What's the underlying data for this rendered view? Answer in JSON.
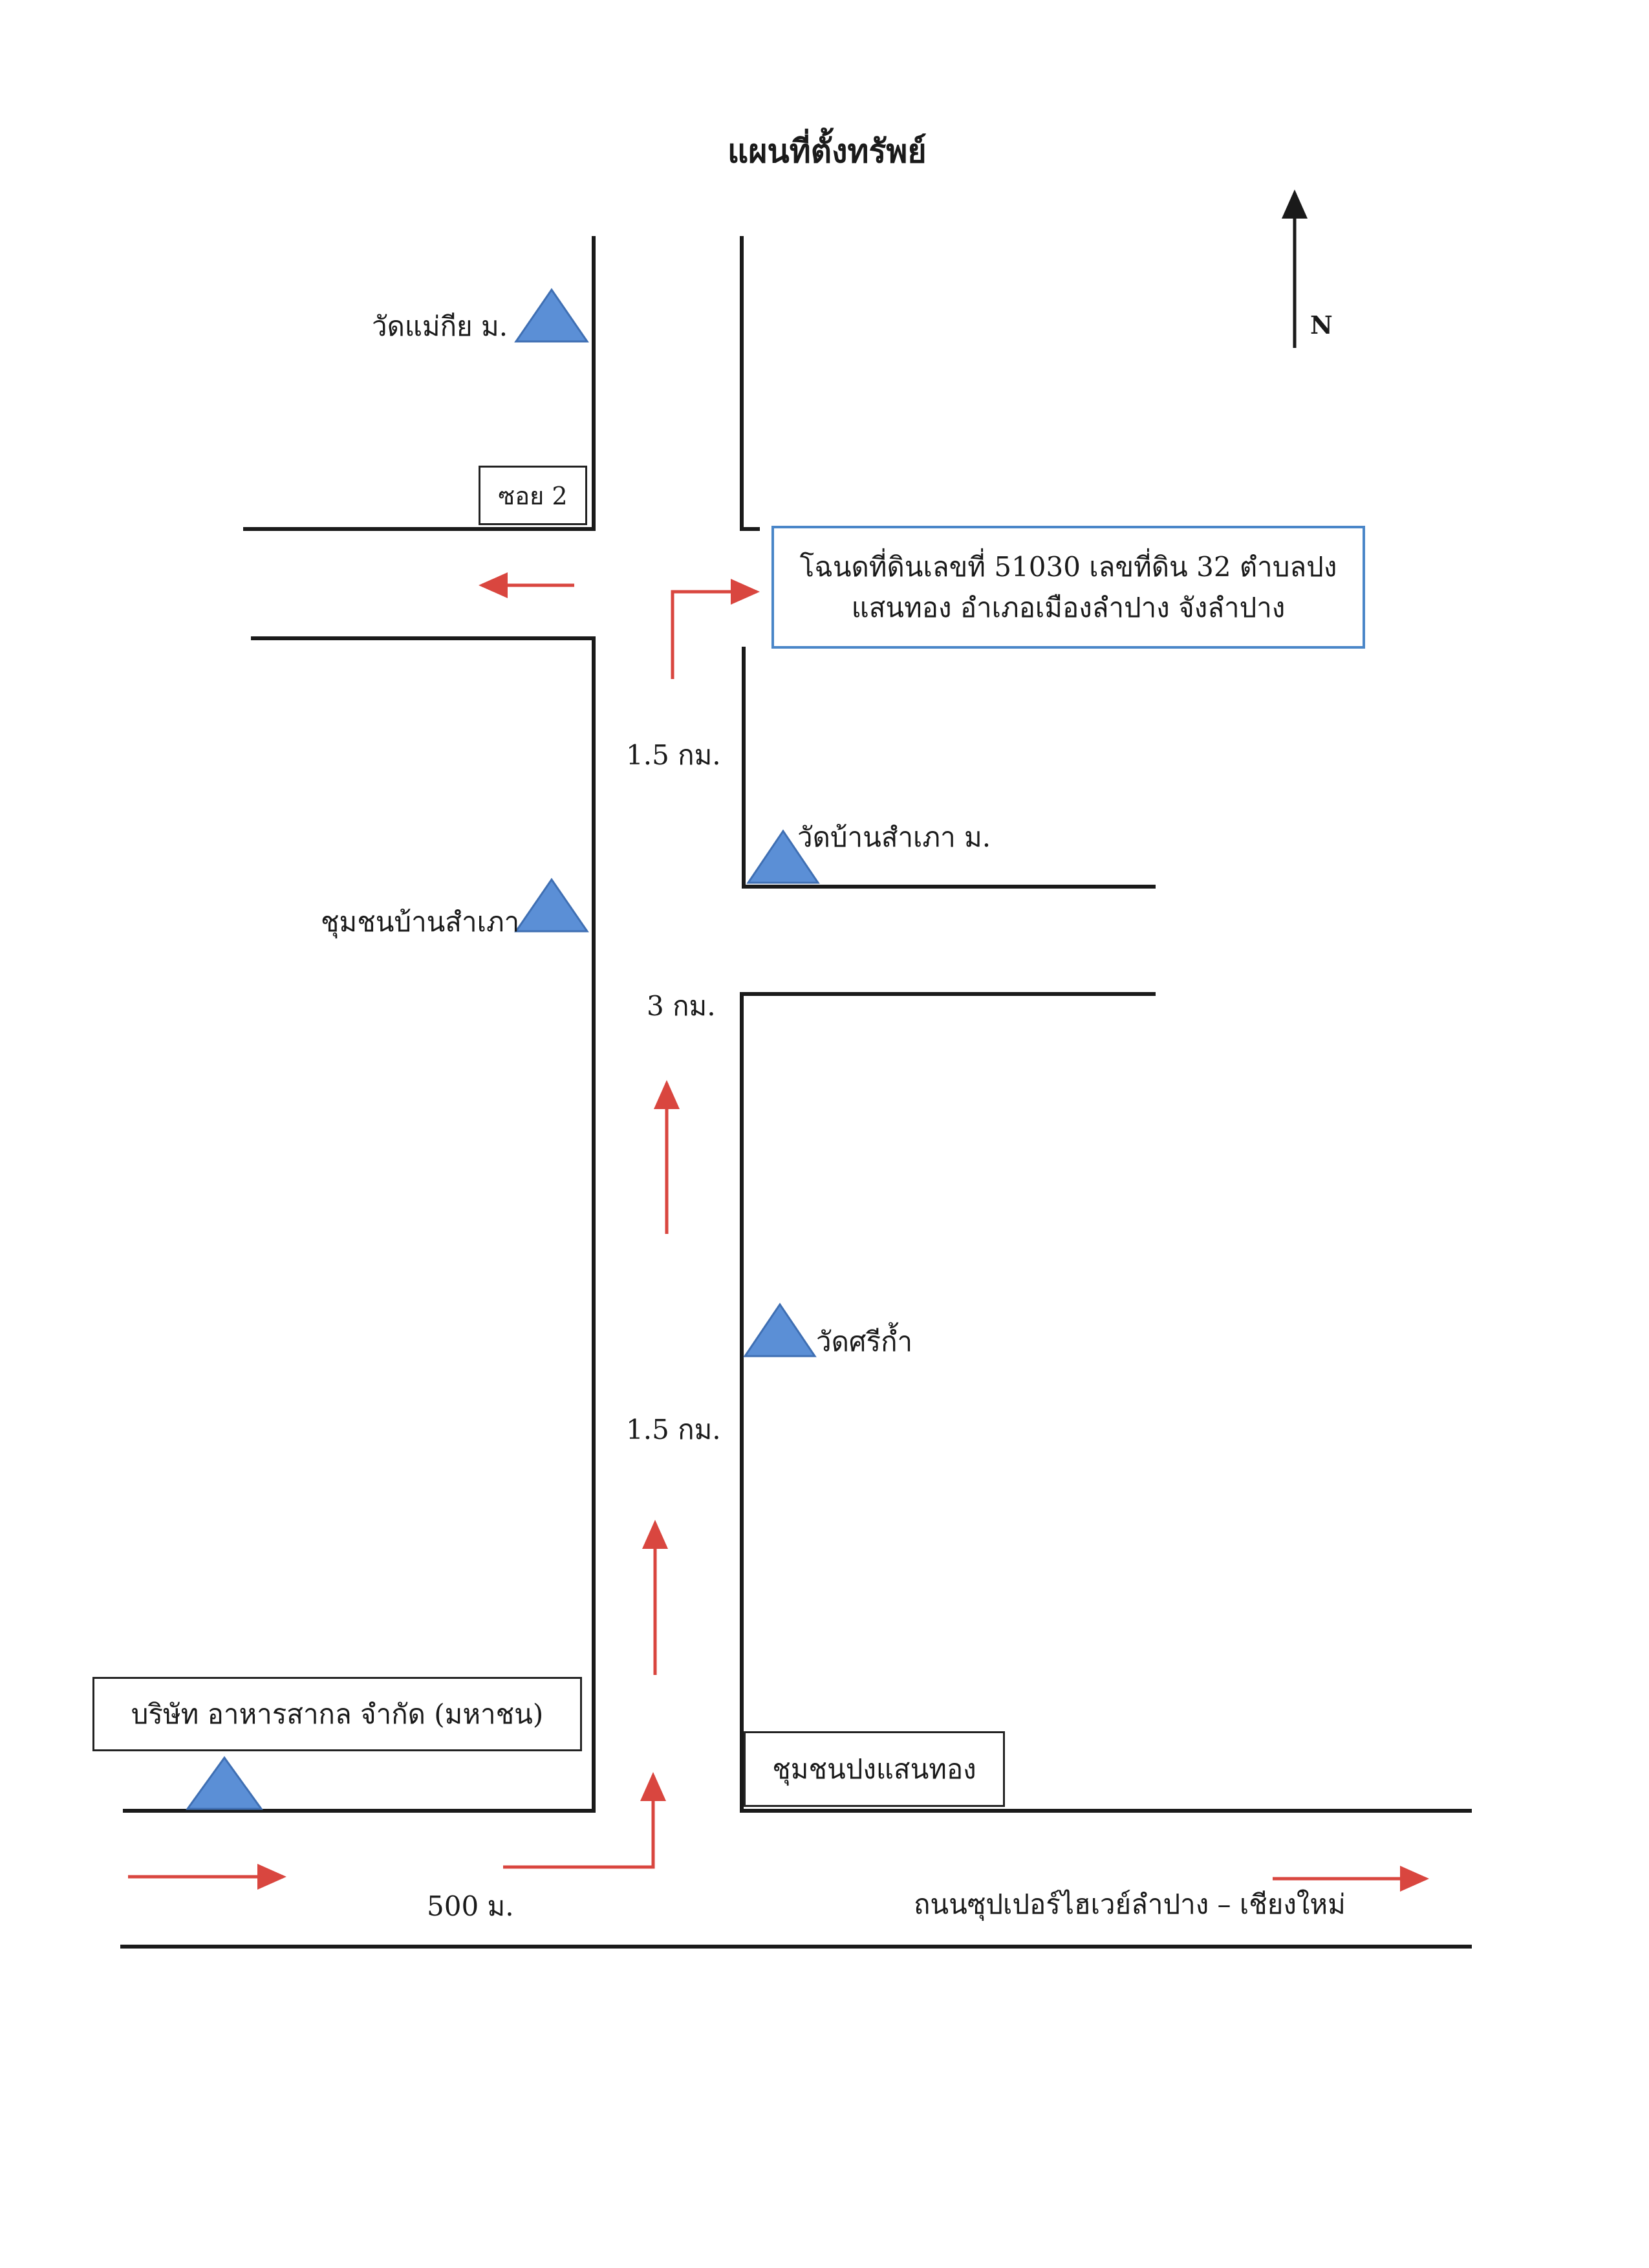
{
  "title": "แผนที่ตั้งทรัพย์",
  "north_label": "N",
  "colors": {
    "road_line": "#1a1a1a",
    "route_arrow": "#d9463f",
    "landmark_triangle": "#5b8fd6",
    "landmark_triangle_stroke": "#3f6fb3",
    "property_box_border": "#4a86c8"
  },
  "landmarks": {
    "wat_mae_kia": "วัดแม่กีย ม.",
    "soi_2": "ซอย 2",
    "chumchon_ban_samphao": "ชุมชนบ้านสำเภา",
    "wat_ban_samphao": "วัดบ้านสำเภา ม.",
    "wat_si_kam": "วัดศรีก้ำ",
    "company": "บริษัท  อาหารสากล  จำกัด  (มหาชน)",
    "chumchon_pong_saen_thong": "ชุมชนปงแสนทอง"
  },
  "property": {
    "line1": "โฉนดที่ดินเลขที่  51030  เลขที่ดิน  32  ตำบลปง",
    "line2": "แสนทอง  อำเภอเมืองลำปาง  จังลำปาง"
  },
  "distances": {
    "d1": "1.5  กม.",
    "d2": "3  กม.",
    "d3": "1.5 กม.",
    "d4": "500 ม."
  },
  "highway_label": "ถนนซุปเปอร์ไฮเวย์ลำปาง – เชียงใหม่"
}
